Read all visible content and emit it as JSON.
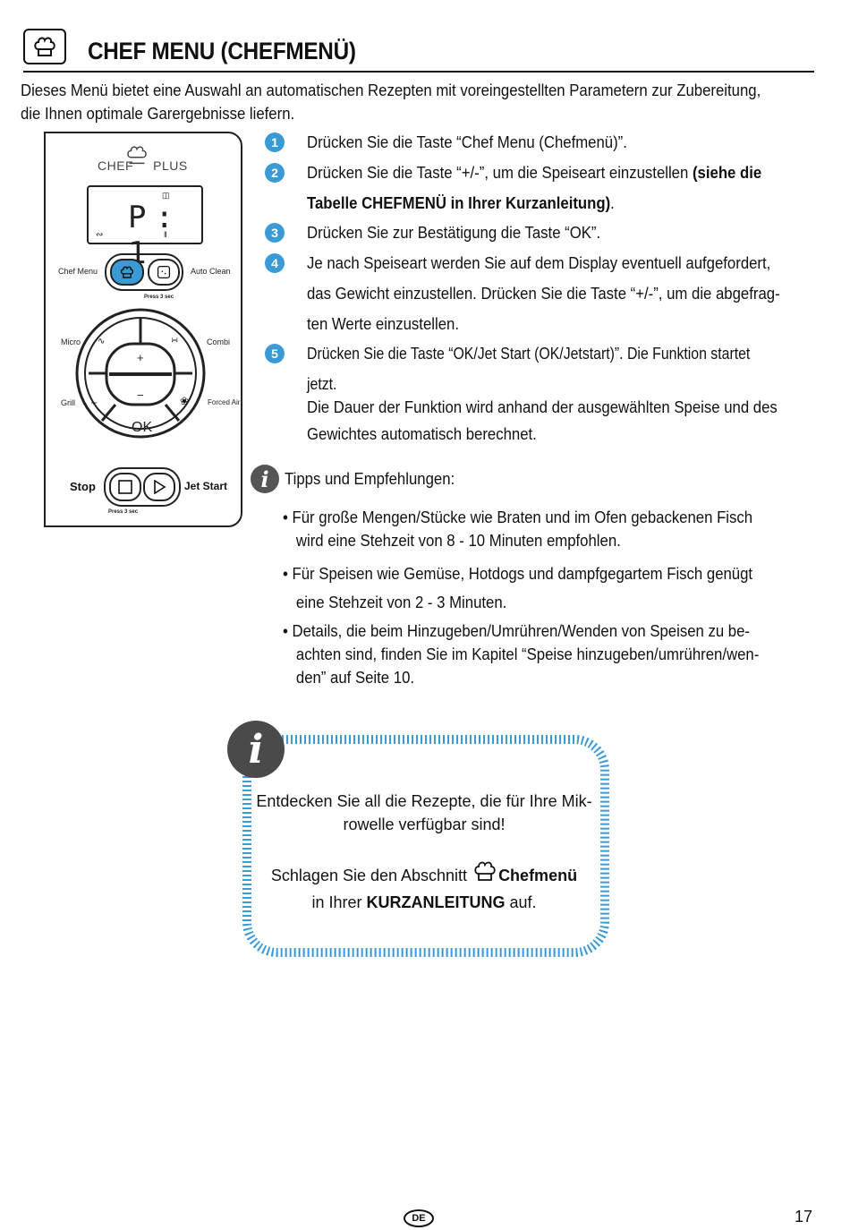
{
  "header": {
    "title": "CHEF MENU (CHEFMENÜ)",
    "icon": "chef-hat-icon"
  },
  "intro": "Dieses Menü bietet eine Auswahl an automatischen Rezepten mit voreingestellten Parametern zur Zubereitung, die Ihnen optimale Garergebnisse liefern.",
  "panel": {
    "brand_left": "CHEF",
    "brand_right": "PLUS",
    "lcd": "P: 1",
    "chef_menu": "Chef Menu",
    "auto_clean": "Auto Clean",
    "press_3_sec": "Press 3 sec",
    "micro": "Micro",
    "combi": "Combi",
    "grill": "Grill",
    "forced_air": "Forced Air",
    "plus": "+",
    "minus": "−",
    "ok": "OK",
    "stop": "Stop",
    "jet_start": "Jet Start",
    "accent": "#3a9ad6"
  },
  "steps": [
    {
      "num": "1",
      "text": "Drücken Sie die Taste “Chef Menu (Chefmenü)”."
    },
    {
      "num": "2",
      "text_a": "Drücken Sie die Taste “+/-”, um die Speiseart einzustellen ",
      "text_b": "(siehe die Tabelle CHEFMENÜ in Ihrer Kurzanleitung)",
      "text_c": "."
    },
    {
      "num": "3",
      "text": "Drücken Sie zur Bestätigung die Taste “OK”."
    },
    {
      "num": "4",
      "text": "Je nach Speiseart werden Sie auf dem Display eventuell aufgefordert, das Gewicht einzustellen. Drücken Sie die Taste “+/-”, um die abgefrag-ten Werte einzustellen."
    },
    {
      "num": "5",
      "text": "Drücken Sie die Taste “OK/Jet Start (OK/Jetstart)”. Die Funktion startet jetzt."
    }
  ],
  "note": "Die Dauer der Funktion wird anhand der ausgewählten Speise und des Gewichtes automatisch berechnet.",
  "tips": {
    "title": "Tipps und Empfehlungen:",
    "items": [
      {
        "first": "• Für große Mengen/Stücke wie Braten und im Ofen gebackenen Fisch",
        "rest": "wird eine Stehzeit von 8 - 10 Minuten empfohlen."
      },
      {
        "first": "• Für Speisen wie Gemüse, Hotdogs und dampfgegartem Fisch genügt",
        "rest": "eine Stehzeit von 2 - 3 Minuten."
      },
      {
        "first": "• Details, die beim Hinzugeben/Umrühren/Wenden von Speisen zu be-",
        "rest": "achten sind, finden Sie im Kapitel “Speise hinzugeben/umrühren/wen-den” auf Seite 10."
      }
    ]
  },
  "info": {
    "line1": "Entdecken Sie all die Rezepte, die für Ihre Mik-rowelle verfügbar sind!",
    "line2_a": "Schlagen Sie den Abschnitt ",
    "line2_b": "Chefmenü",
    "line2_c": "in Ihrer ",
    "line2_d": "KURZANLEITUNG",
    "line2_e": " auf.",
    "border_color": "#3a9ad6"
  },
  "footer": {
    "lang": "DE",
    "page": "17"
  }
}
